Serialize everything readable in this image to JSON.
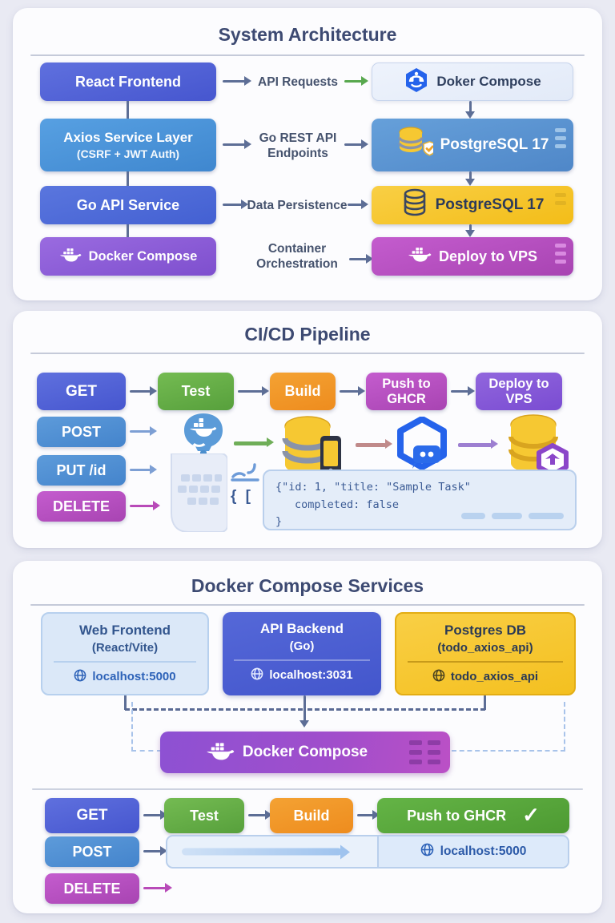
{
  "arch": {
    "title": "System Architecture",
    "rows": {
      "0": {
        "left": "React Frontend",
        "mid": "API Requests",
        "right": "Doker Compose"
      },
      "1": {
        "left": "Axios Service Layer",
        "left_sub": "(CSRF + JWT Auth)",
        "mid_l1": "Go REST API",
        "mid_l2": "Endpoints",
        "right": "PostgreSQL 17"
      },
      "2": {
        "left": "Go API Service",
        "mid": "Data Persistence",
        "right": "PostgreSQL 17"
      },
      "3": {
        "left": "Docker Compose",
        "mid_l1": "Container",
        "mid_l2": "Orchestration",
        "right": "Deploy to VPS"
      }
    }
  },
  "pipeline": {
    "title": "CI/CD Pipeline",
    "stages": {
      "0": "GET",
      "1": "Test",
      "2": "Build",
      "3": "Push to GHCR",
      "4": "Deploy to VPS"
    },
    "methods": {
      "0": "POST",
      "1": "PUT /id",
      "2": "DELETE"
    },
    "code": {
      "0": "{\"id: 1, \"title: \"Sample Task\"",
      "1": "completed: false",
      "2": "}"
    },
    "brace_glyph": "{ ["
  },
  "services": {
    "title": "Docker Compose Services",
    "cards": {
      "0": {
        "title": "Web Frontend",
        "subtitle": "(React/Vite)",
        "host": "localhost:5000"
      },
      "1": {
        "title": "API Backend",
        "subtitle": "(Go)",
        "host": "localhost:3031"
      },
      "2": {
        "title": "Postgres DB",
        "subtitle": "(todo_axios_api)",
        "host": "todo_axios_api"
      }
    },
    "banner": "Docker Compose",
    "bottom": {
      "stages": {
        "0": "GET",
        "1": "Test",
        "2": "Build",
        "3": "Push to GHCR"
      },
      "check": "✓",
      "post": "POST",
      "post_host": "localhost:5000",
      "delete": "DELETE"
    }
  },
  "colors": {
    "accent_indigo": "#4a5fd3",
    "accent_blue": "#4792db",
    "accent_purple": "#8b5cd6",
    "accent_magenta": "#bb50c5",
    "accent_green": "#5fae48",
    "accent_orange": "#f2982b",
    "accent_yellow": "#f7c72d",
    "panel_bg": "#fcfcfe",
    "page_bg": "#e9eaf3"
  }
}
